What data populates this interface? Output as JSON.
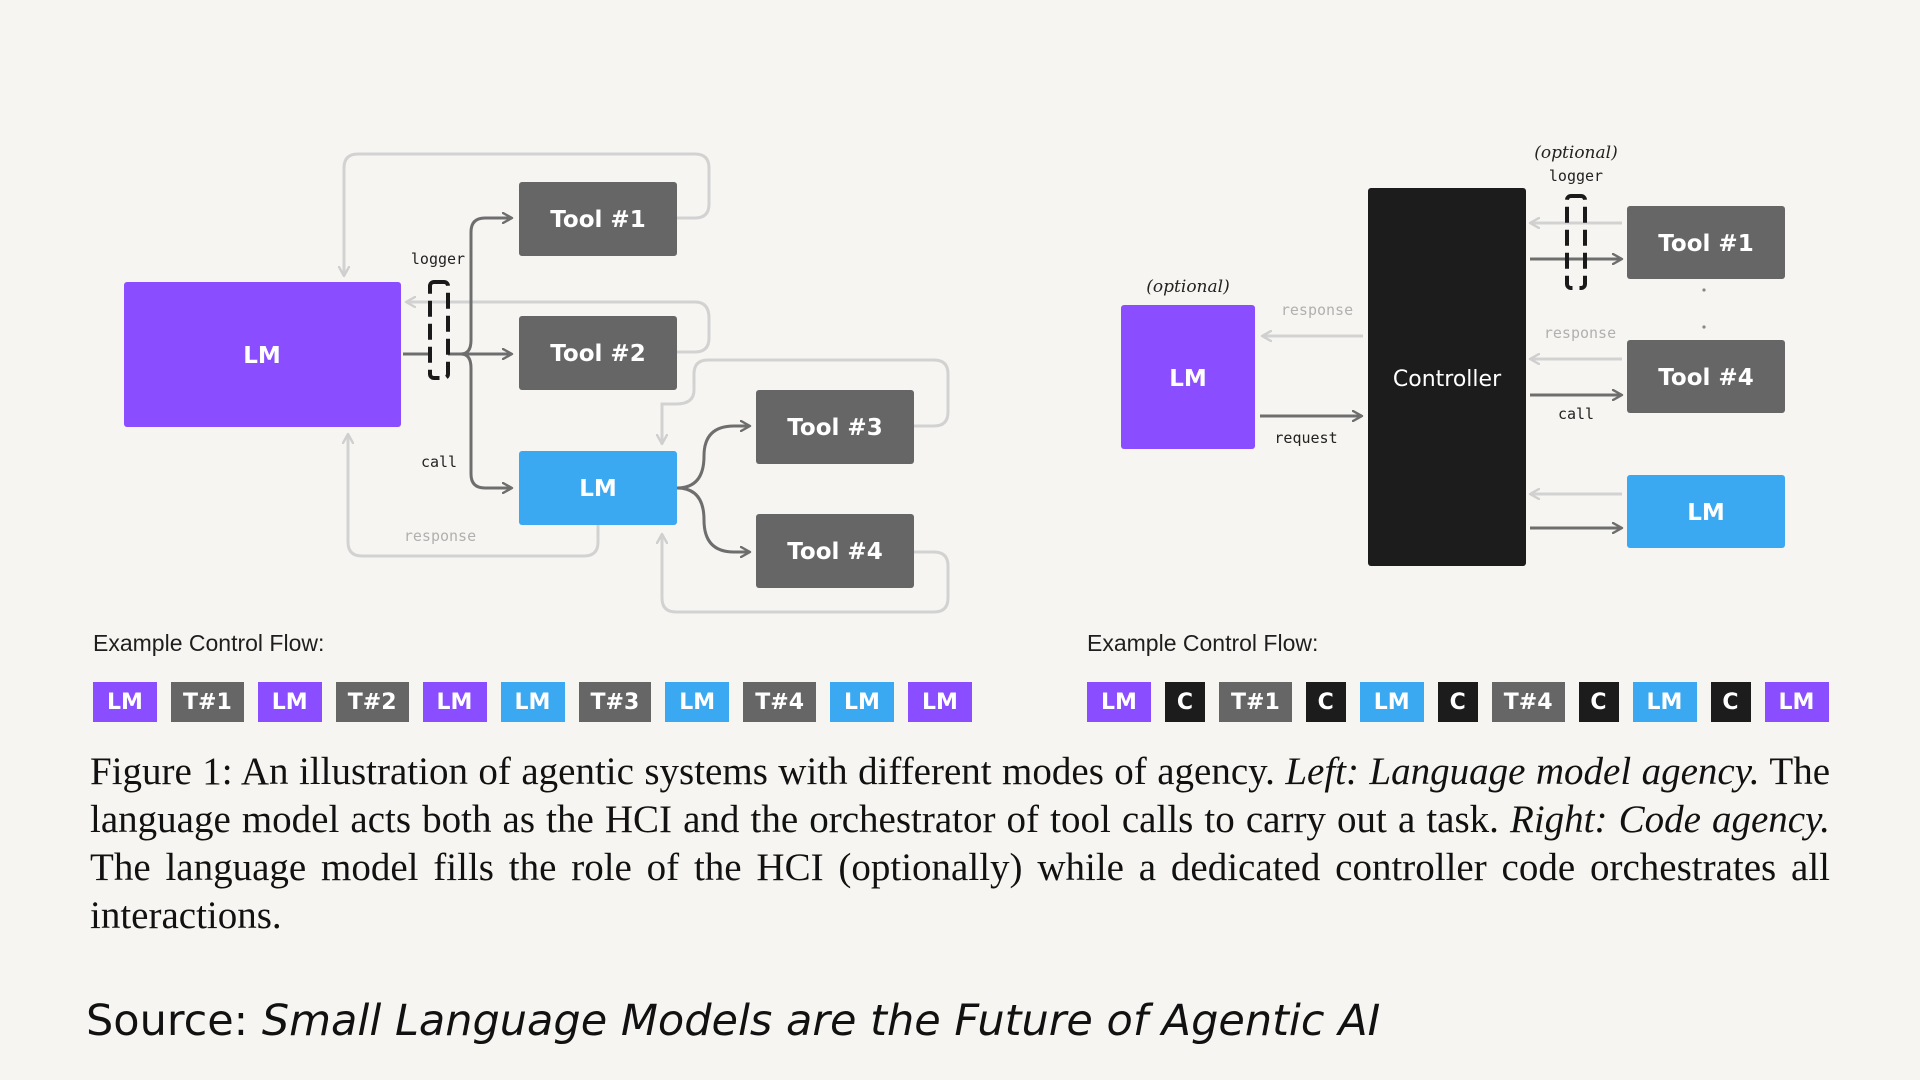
{
  "left": {
    "nodes": {
      "lm_main": "LM",
      "tool1": "Tool #1",
      "tool2": "Tool #2",
      "lm_sub": "LM",
      "tool3": "Tool #3",
      "tool4": "Tool #4"
    },
    "labels": {
      "logger": "logger",
      "call": "call",
      "response": "response"
    },
    "flow_title": "Example Control Flow:",
    "flow": [
      {
        "label": "LM",
        "kind": "lm-purple"
      },
      {
        "label": "T#1",
        "kind": "tool"
      },
      {
        "label": "LM",
        "kind": "lm-purple"
      },
      {
        "label": "T#2",
        "kind": "tool"
      },
      {
        "label": "LM",
        "kind": "lm-purple"
      },
      {
        "label": "LM",
        "kind": "lm-blue"
      },
      {
        "label": "T#3",
        "kind": "tool"
      },
      {
        "label": "LM",
        "kind": "lm-blue"
      },
      {
        "label": "T#4",
        "kind": "tool"
      },
      {
        "label": "LM",
        "kind": "lm-blue"
      },
      {
        "label": "LM",
        "kind": "lm-purple"
      }
    ]
  },
  "right": {
    "nodes": {
      "lm": "LM",
      "controller": "Controller",
      "tool1": "Tool #1",
      "tool4": "Tool #4",
      "lm_blue": "LM"
    },
    "labels": {
      "optional_lm": "(optional)",
      "optional_logger": "(optional)",
      "logger": "logger",
      "response_lm": "response",
      "request": "request",
      "response_tool": "response",
      "call": "call"
    },
    "flow_title": "Example Control Flow:",
    "flow": [
      {
        "label": "LM",
        "kind": "lm-purple"
      },
      {
        "label": "C",
        "kind": "controller"
      },
      {
        "label": "T#1",
        "kind": "tool"
      },
      {
        "label": "C",
        "kind": "controller"
      },
      {
        "label": "LM",
        "kind": "lm-blue"
      },
      {
        "label": "C",
        "kind": "controller"
      },
      {
        "label": "T#4",
        "kind": "tool"
      },
      {
        "label": "C",
        "kind": "controller"
      },
      {
        "label": "LM",
        "kind": "lm-blue"
      },
      {
        "label": "C",
        "kind": "controller"
      },
      {
        "label": "LM",
        "kind": "lm-purple"
      }
    ]
  },
  "caption": {
    "part1": "Figure 1: An illustration of agentic systems with different modes of agency. ",
    "left_title": "Left: Language model agency.",
    "part2": " The language model acts both as the HCI and the orchestrator of tool calls to carry out a task. ",
    "right_title": "Right: Code agency.",
    "part3": " The language model fills the role of the HCI (optionally) while a dedicated controller code orchestrates all interactions."
  },
  "source": {
    "prefix": "Source: ",
    "title": "Small Language Models are the Future of Agentic AI"
  },
  "colors": {
    "lm_purple": "#8a4dff",
    "lm_blue": "#3aa9f2",
    "tool_gray": "#666666",
    "controller_black": "#1c1c1c",
    "arrow_dark": "#6e6e6e",
    "arrow_light": "#d2d2d2",
    "background": "#f7f5f1"
  }
}
